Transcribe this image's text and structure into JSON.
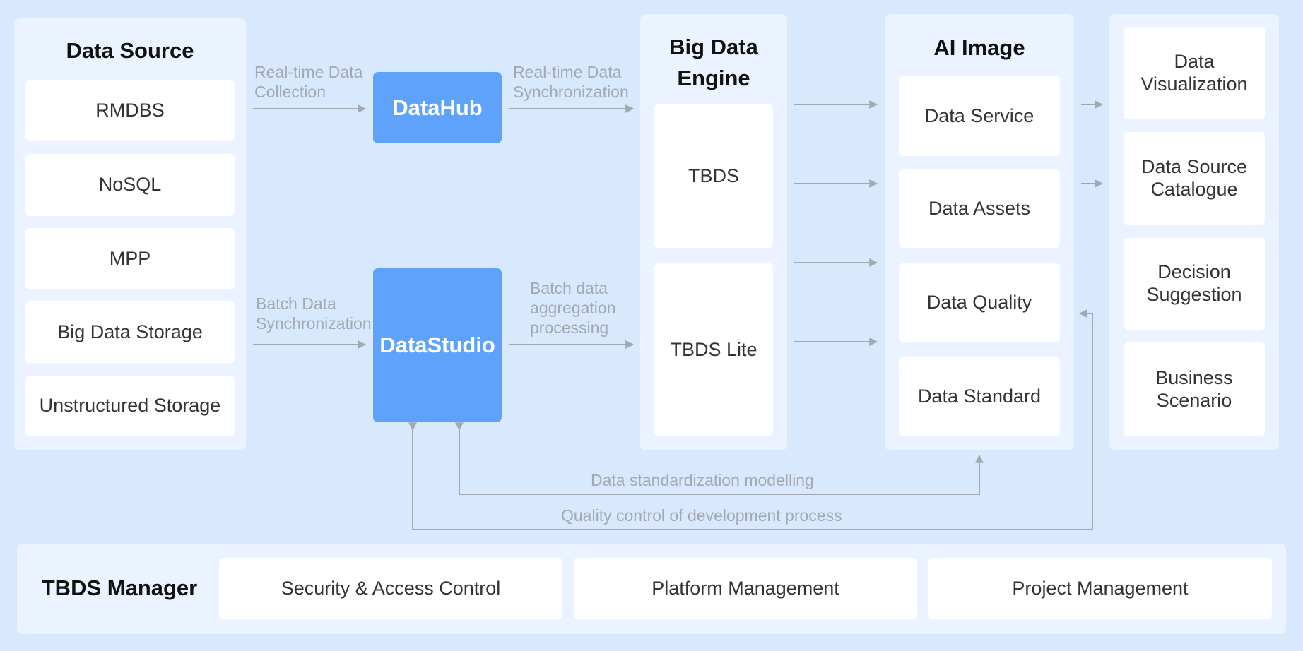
{
  "data_source": {
    "title": "Data Source",
    "items": [
      "RMDBS",
      "NoSQL",
      "MPP",
      "Big Data Storage",
      "Unstructured Storage"
    ]
  },
  "flows": {
    "realtime_collection": "Real-time Data\nCollection",
    "realtime_sync": "Real-time Data\nSynchronization",
    "batch_sync": "Batch Data\nSynchronization",
    "batch_agg": "Batch data\naggregation\nprocessing",
    "standardization": "Data standardization modelling",
    "quality_control": "Quality control of development process"
  },
  "datahub": "DataHub",
  "datastudio": "DataStudio",
  "engine": {
    "title": "Big Data\nEngine",
    "items": [
      "TBDS",
      "TBDS Lite"
    ]
  },
  "ai_image": {
    "title": "AI Image",
    "items": [
      "Data Service",
      "Data Assets",
      "Data Quality",
      "Data Standard"
    ]
  },
  "outputs": {
    "items": [
      "Data\nVisualization",
      "Data Source\nCatalogue",
      "Decision\nSuggestion",
      "Business\nScenario"
    ]
  },
  "manager": {
    "title": "TBDS Manager",
    "items": [
      "Security & Access Control",
      "Platform Management",
      "Project Management"
    ]
  },
  "colors": {
    "background": "#d9e9fd",
    "panel": "#eaf3ff",
    "accent_blue": "#5ea2fb",
    "arrow_gray": "#a3a9b2"
  }
}
